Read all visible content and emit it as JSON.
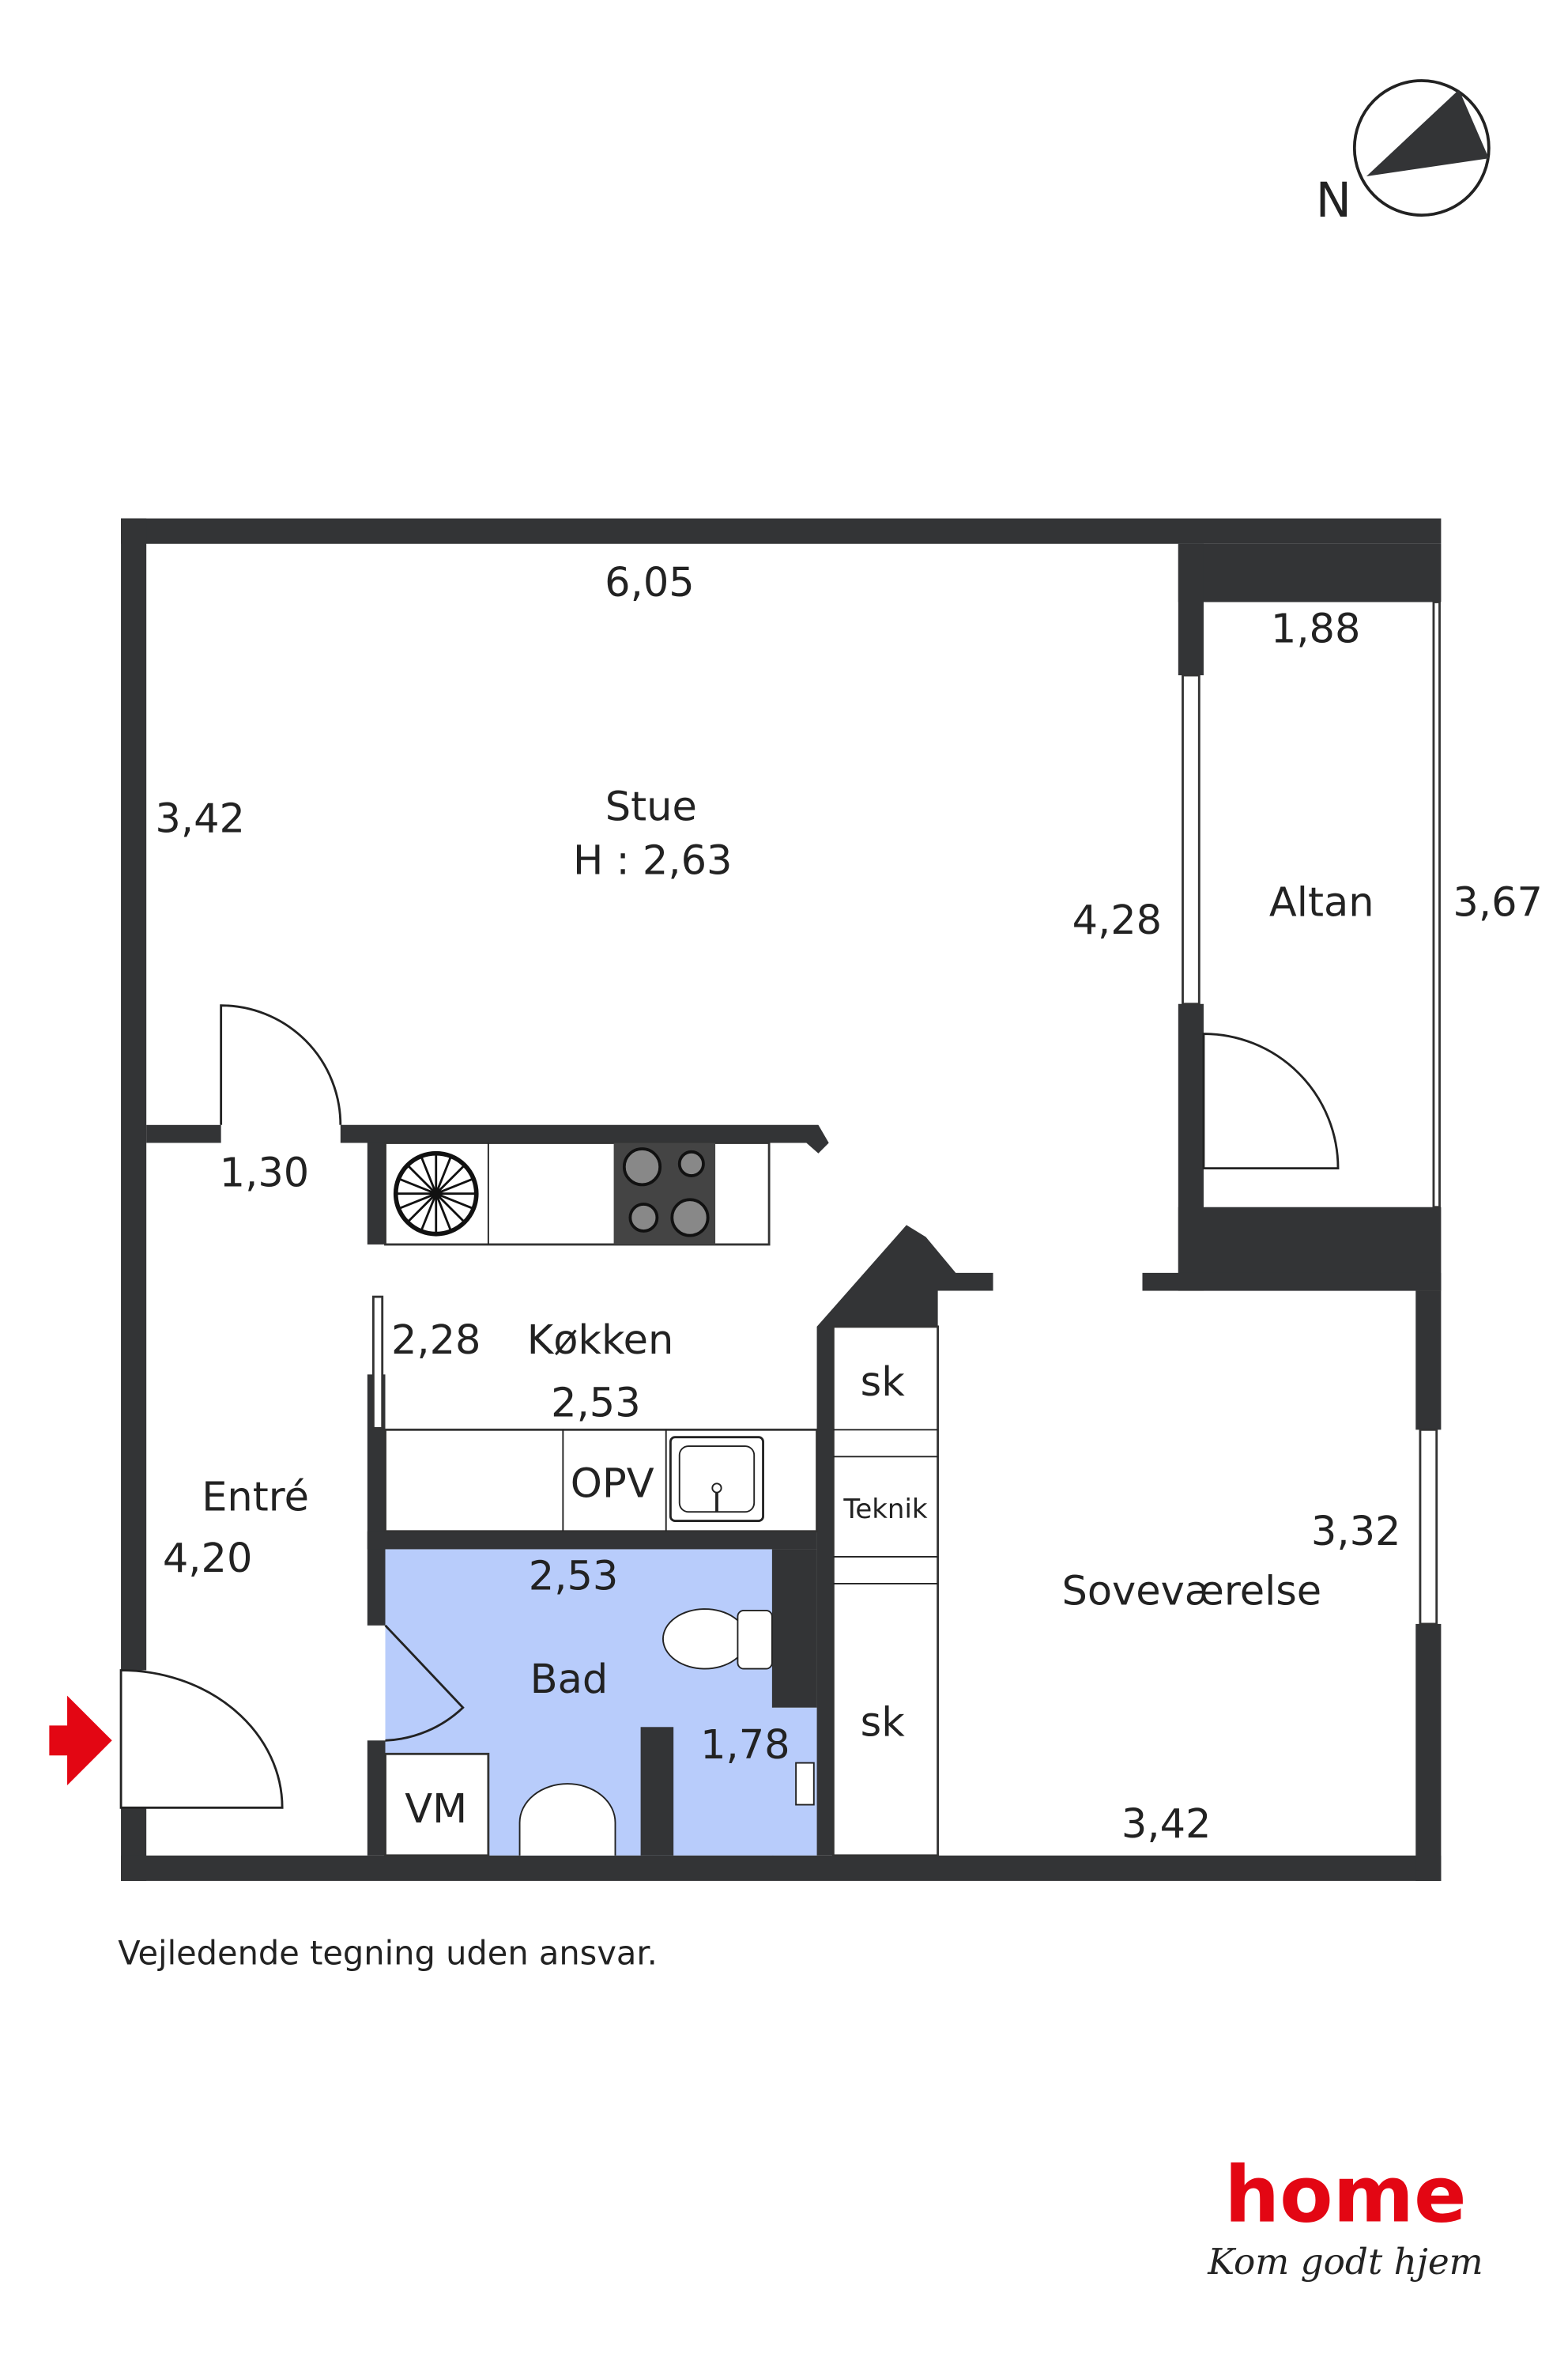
{
  "compass": {
    "label": "N"
  },
  "rooms": {
    "stue": {
      "name": "Stue",
      "height": "H : 2,63",
      "width": "6,05",
      "depth": "3,42",
      "side": "4,28"
    },
    "altan": {
      "name": "Altan",
      "width": "1,88",
      "depth": "3,67"
    },
    "entre": {
      "name": "Entré",
      "depth": "4,20",
      "width": "1,30"
    },
    "kokken": {
      "name": "Køkken",
      "width": "2,53",
      "depth": "2,28",
      "opv": "OPV"
    },
    "bad": {
      "name": "Bad",
      "width": "2,53",
      "depth": "1,78",
      "vm": "VM"
    },
    "sovevaerelse": {
      "name": "Soveværelse",
      "width": "3,42",
      "depth": "3,32"
    },
    "closets": {
      "sk_top": "sk",
      "teknik": "Teknik",
      "sk_bottom": "sk"
    }
  },
  "disclaimer": "Vejledende tegning uden ansvar.",
  "logo": {
    "brand": "home",
    "tagline": "Kom godt hjem"
  },
  "colors": {
    "wall": "#333436",
    "bath": "#b8ccfb",
    "entry_arrow": "#e30613",
    "logo": "#e30613"
  }
}
